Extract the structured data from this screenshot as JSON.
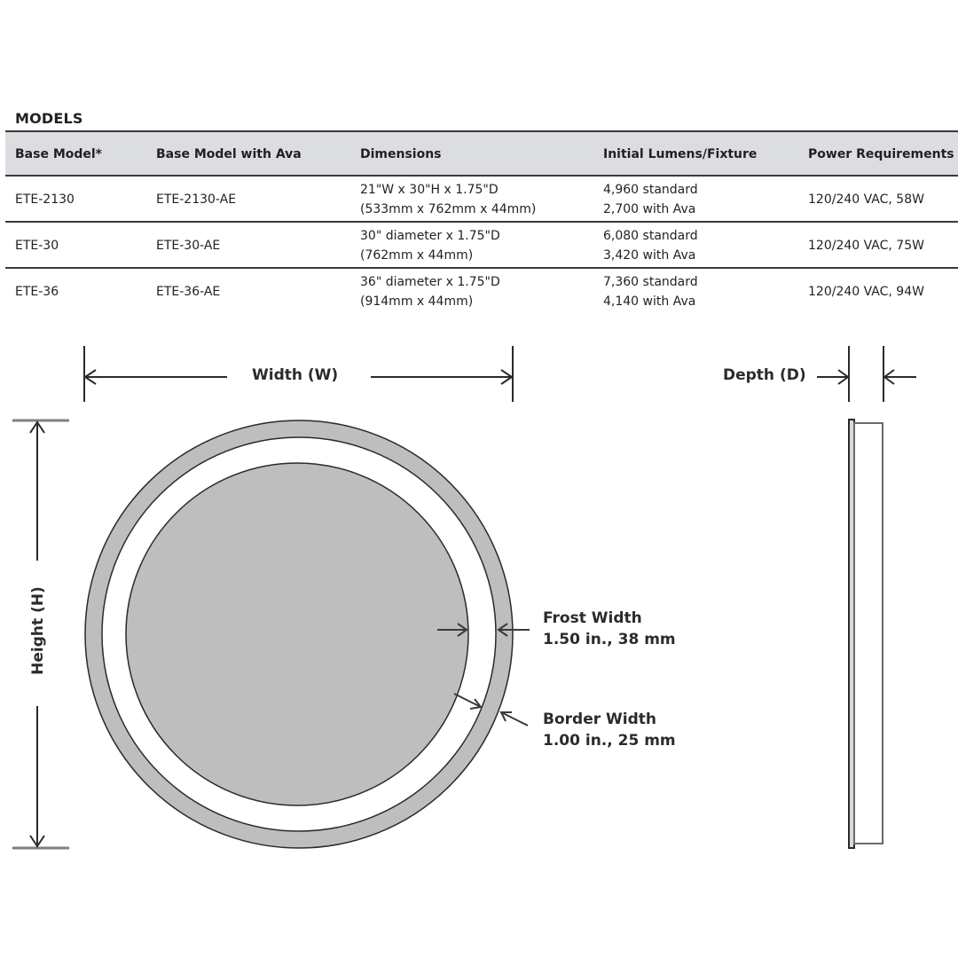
{
  "section": {
    "title": "MODELS"
  },
  "table": {
    "headers": [
      "Base Model*",
      "Base Model with Ava",
      "Dimensions",
      "Initial Lumens/Fixture",
      "Power Requirements"
    ],
    "rows": [
      {
        "base": "ETE-2130",
        "ava": "ETE-2130-AE",
        "dim1": "21\"W x 30\"H x 1.75\"D",
        "dim2": "(533mm x 762mm x 44mm)",
        "lum1": "4,960 standard",
        "lum2": "2,700 with Ava",
        "power": "120/240 VAC, 58W"
      },
      {
        "base": "ETE-30",
        "ava": "ETE-30-AE",
        "dim1": "30\" diameter x 1.75\"D",
        "dim2": "(762mm x 44mm)",
        "lum1": "6,080 standard",
        "lum2": "3,420 with Ava",
        "power": "120/240 VAC, 75W"
      },
      {
        "base": "ETE-36",
        "ava": "ETE-36-AE",
        "dim1": "36\" diameter x 1.75\"D",
        "dim2": "(914mm x 44mm)",
        "lum1": "7,360 standard",
        "lum2": "4,140 with Ava",
        "power": "120/240 VAC, 94W"
      }
    ]
  },
  "diagram": {
    "width_label": "Width (W)",
    "depth_label": "Depth (D)",
    "height_label": "Height (H)",
    "frost": {
      "title": "Frost Width",
      "value": "1.50 in., 38 mm"
    },
    "border": {
      "title": "Border Width",
      "value": "1.00 in., 25 mm"
    },
    "colors": {
      "fill": "#bebebe",
      "stroke": "#2a2a2a",
      "header_bg": "#dcdde0"
    }
  }
}
